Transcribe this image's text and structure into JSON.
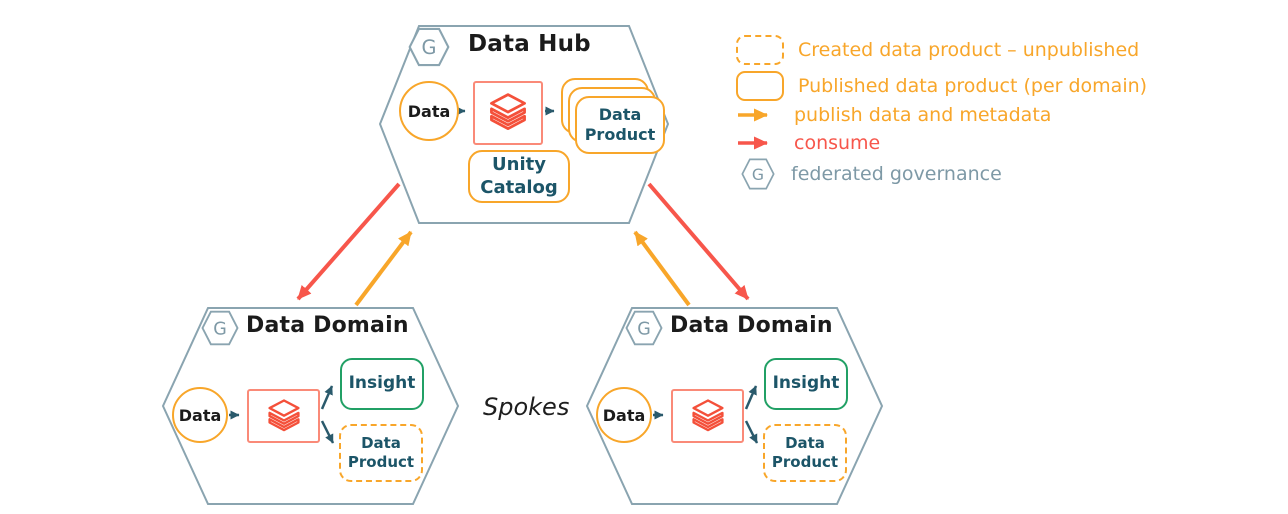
{
  "colors": {
    "orange": "#F8A62A",
    "red": "#F7564B",
    "salmon": "#FA8A78",
    "brick": "#F4503A",
    "slate": "#8AA4B0",
    "slate-text": "#7E99A6",
    "teal": "#1C5568",
    "arrow-teal": "#2A5A6C",
    "green": "#21A065",
    "ink": "#1B1B1B"
  },
  "hub": {
    "badge": "G",
    "title": "Data Hub",
    "data": "Data",
    "product": "Data Product",
    "unity": "Unity Catalog"
  },
  "domains": [
    {
      "badge": "G",
      "title": "Data Domain",
      "data": "Data",
      "insight": "Insight",
      "product": "Data Product"
    },
    {
      "badge": "G",
      "title": "Data Domain",
      "data": "Data",
      "insight": "Insight",
      "product": "Data Product"
    }
  ],
  "spokes_label": "Spokes",
  "legend": {
    "badge": "G",
    "unpublished": "Created data product – unpublished",
    "published": "Published data product (per domain)",
    "publish_arrow": "publish data and metadata",
    "consume_arrow": "consume",
    "governance": "federated governance"
  }
}
